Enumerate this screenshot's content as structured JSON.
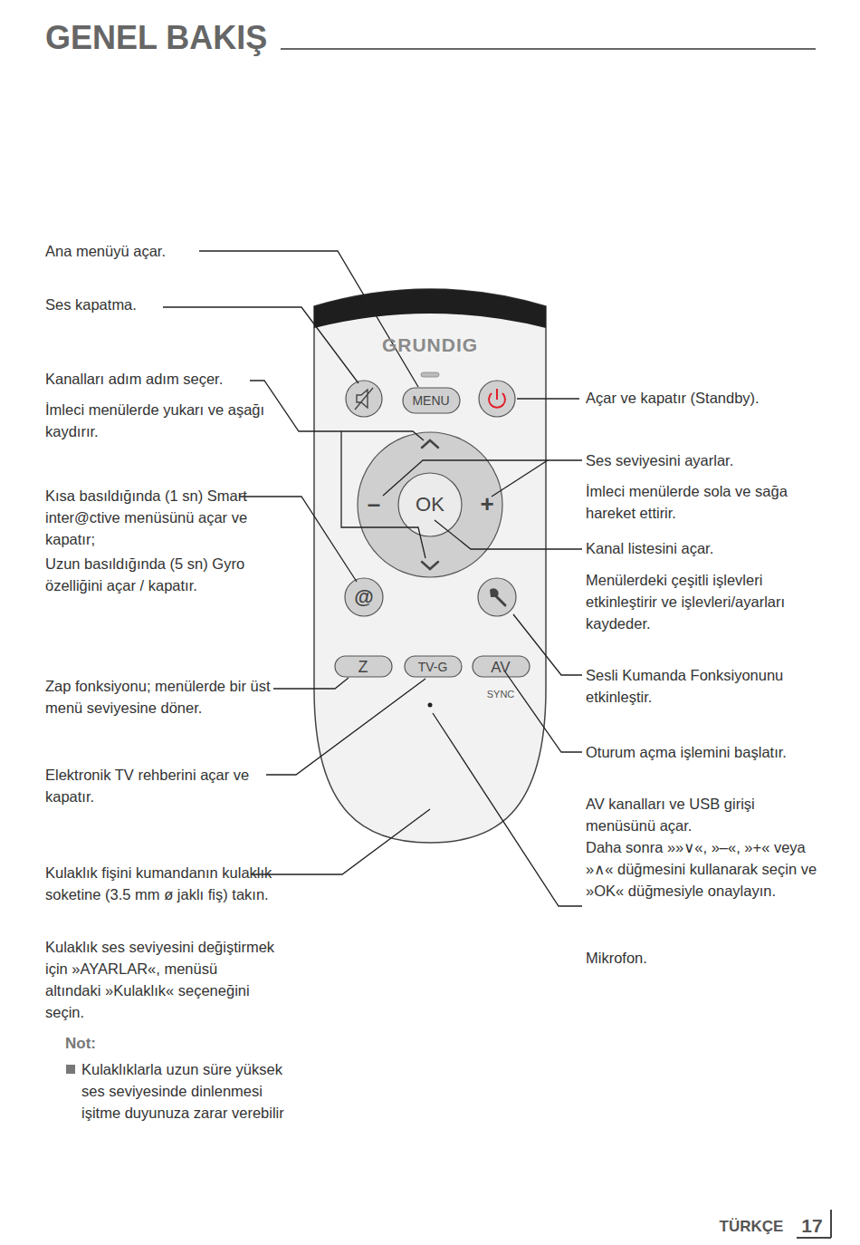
{
  "diagram": {
    "title": "GENEL BAKIŞ",
    "labels": [
      "Ana menüyü açar.",
      "Ses kapatma.",
      "Kanalları adım adım seçer.",
      "İmleci menülerde yukarı ve aşağı kaydırır.",
      "Kısa basıldığında (1 sn) Smart inter@ctive menüsünü açar ve kapatır;",
      "Uzun basıldığında (5 sn) Gyro özelliğini açar / kapatır.",
      "Zap fonksiyonu; menülerde bir üst menü seviyesine döner.",
      "Elektronik TV rehberini açar ve kapatır.",
      "Kulaklık fişini kumandanın kulaklık soketine (3.5 mm ø jaklı fiş) takın.",
      "Kulaklık ses seviyesini değiştirmek için »AYARLAR«, menüsü altındaki »Kulaklık« seçeneğini seçin.",
      "Not:",
      "Kulaklıklarla uzun süre yüksek ses seviyesinde dinlenmesi işitme duyunuza zarar verebilir",
      "Açar ve kapatır (Standby).",
      "Ses seviyesini ayarlar.",
      "İmleci menülerde sola ve sağa hareket ettirir.",
      "Kanal listesini açar.",
      "Menülerdeki çeşitli işlevleri etkinleştirir ve işlevleri/ayarları kaydeder.",
      "Sesli Kumanda Fonksiyonunu etkinleştir.",
      "Oturum açma işlemini başlatır.",
      "AV kanalları ve USB girişi menüsünü açar.",
      "Daha sonra »»∨«, »–«, »+« veya »∧« düğmesini kullanarak seçin ve »OK« düğmesiyle onaylayın.",
      "Mikrofon.",
      "GRUNDIG",
      "MENU",
      "OK",
      "–",
      "+",
      "@",
      "Z",
      "TV-G",
      "AV",
      "SYNC",
      "TÜRKÇE",
      "17"
    ]
  }
}
